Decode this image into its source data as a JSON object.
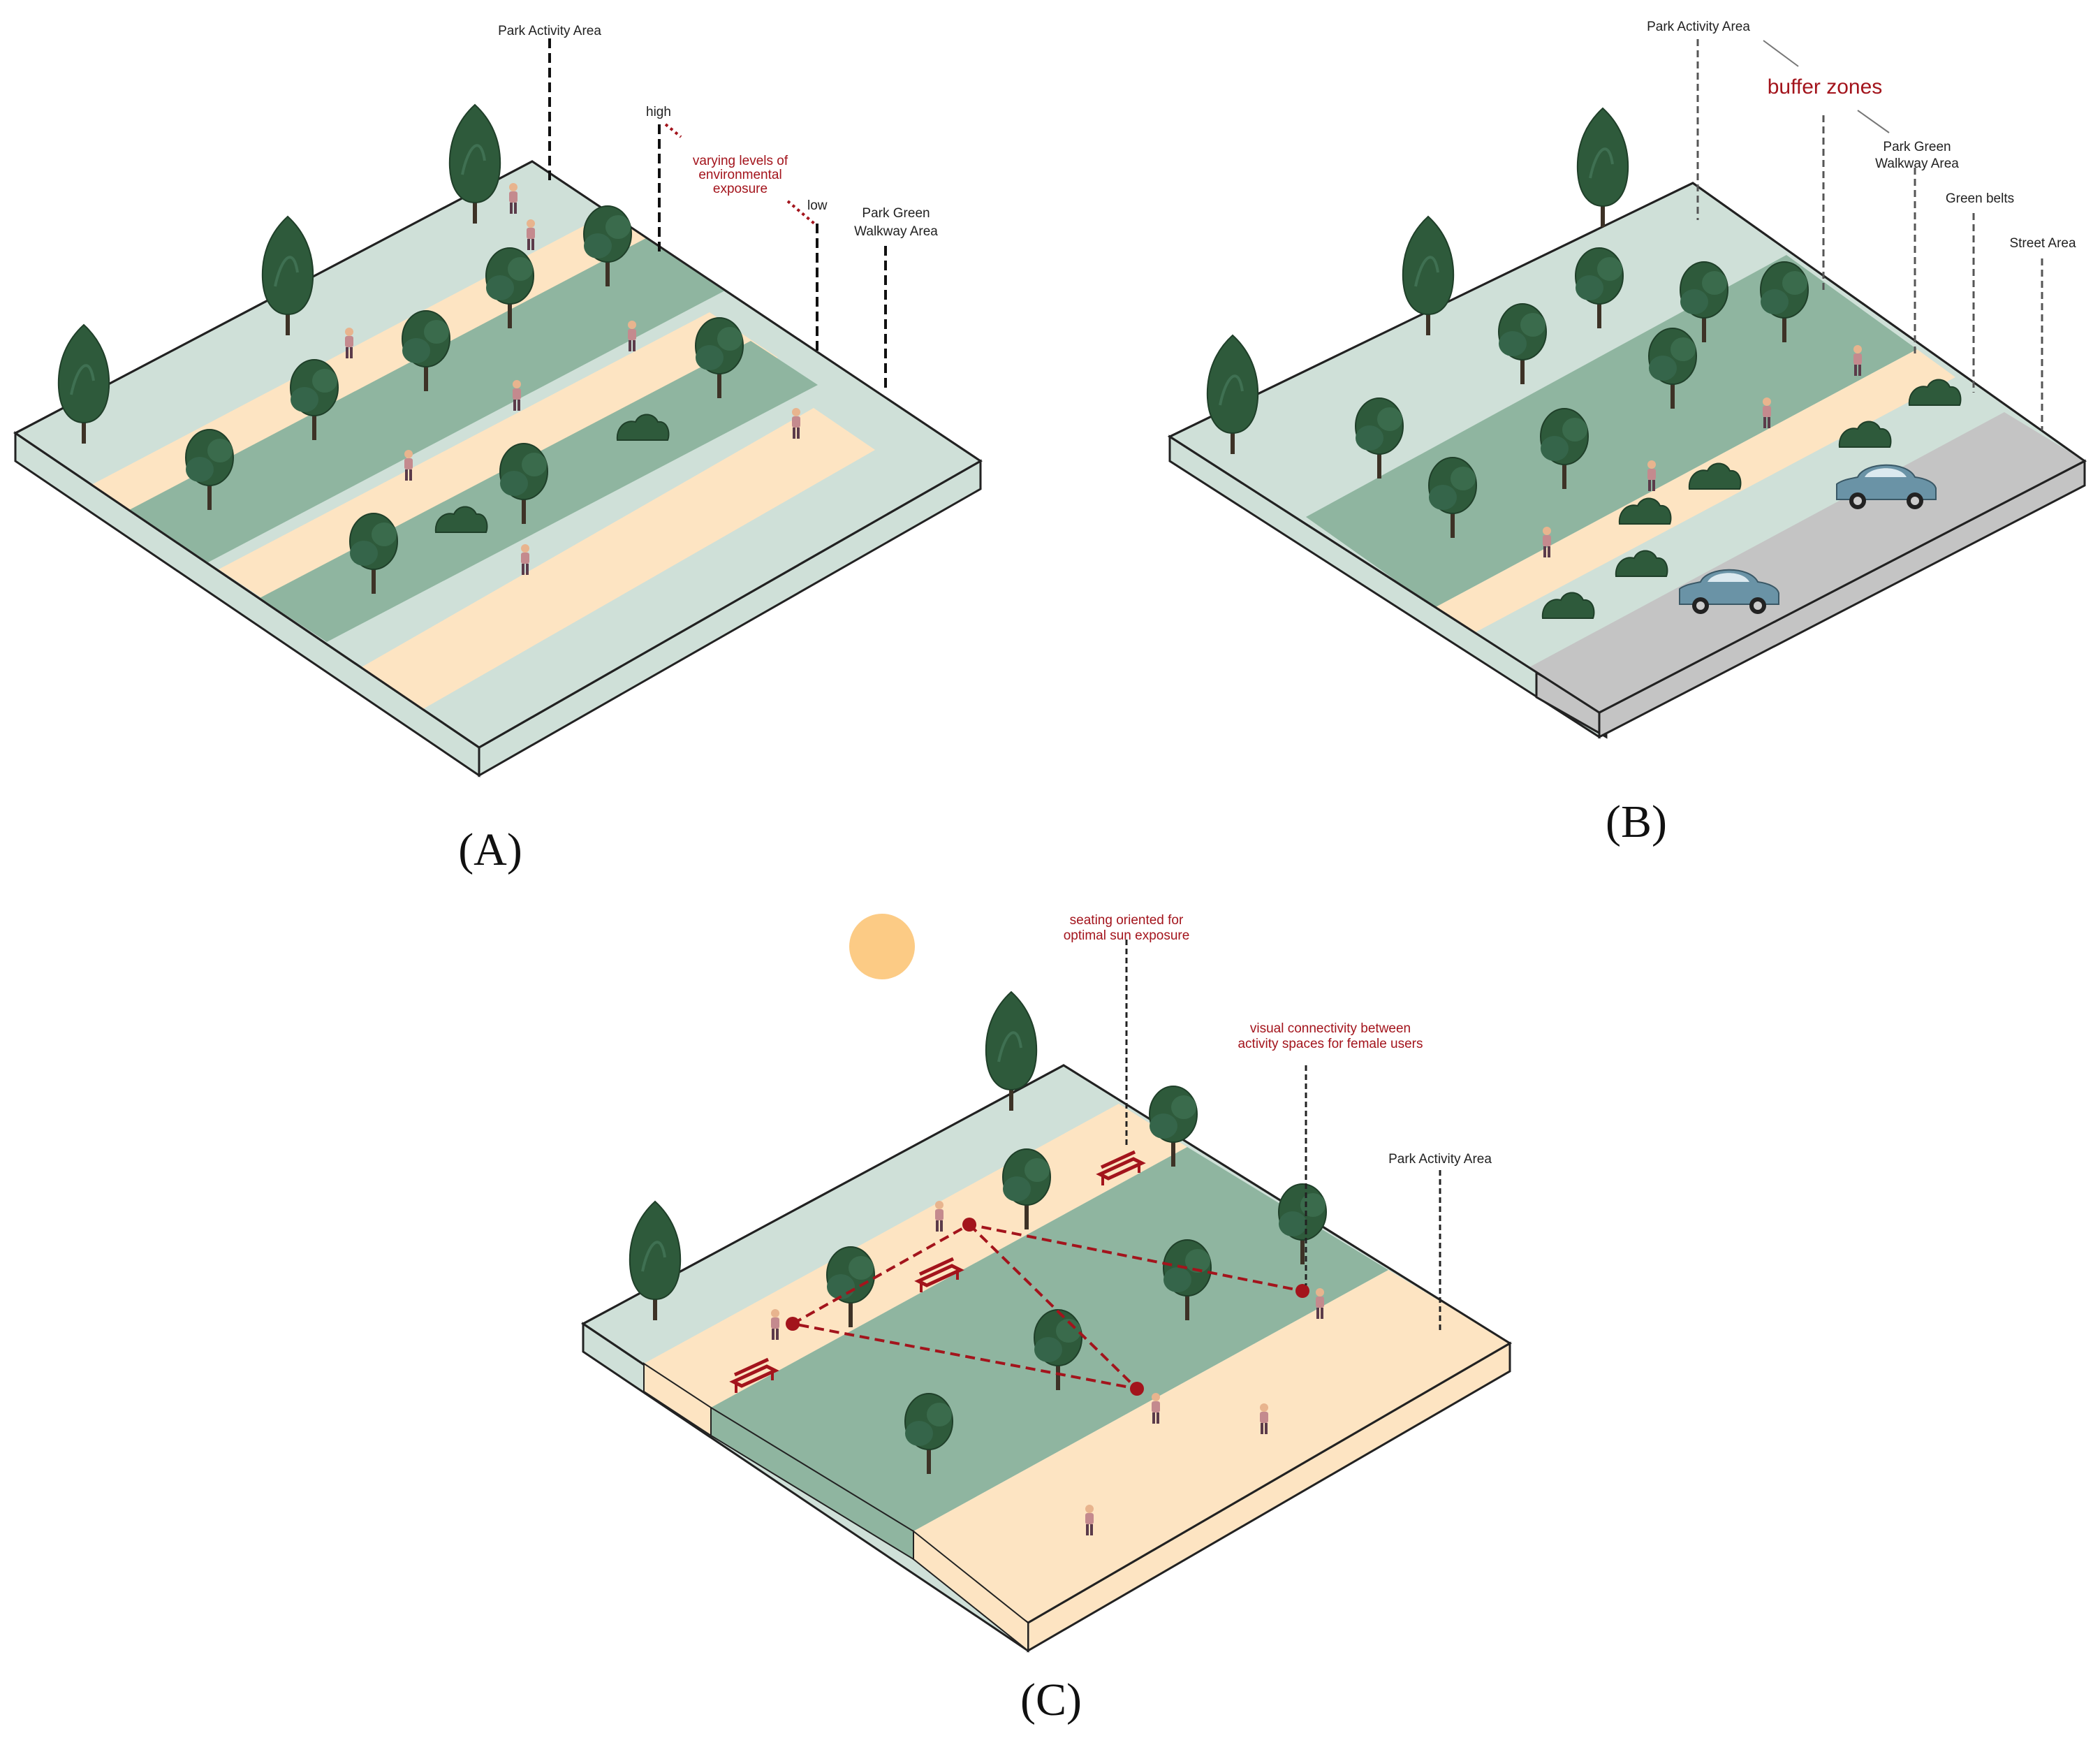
{
  "panels": [
    {
      "id": "A",
      "caption": "(A)"
    },
    {
      "id": "B",
      "caption": "(B)"
    },
    {
      "id": "C",
      "caption": "(C)"
    }
  ],
  "panel_a": {
    "park_activity_area": "Park Activity Area",
    "high": "high",
    "low": "low",
    "exposure_1": "varying levels of",
    "exposure_2": "environmental",
    "exposure_3": "exposure",
    "walkway_1": "Park Green",
    "walkway_2": "Walkway Area"
  },
  "panel_b": {
    "park_activity_area": "Park Activity Area",
    "buffer_zones": "buffer zones",
    "walkway_1": "Park Green",
    "walkway_2": "Walkway Area",
    "green_belts": "Green belts",
    "street_area": "Street Area"
  },
  "panel_c": {
    "seating_1": "seating oriented for",
    "seating_2": "optimal sun exposure",
    "visual_1": "visual connectivity between",
    "visual_2": "activity spaces for female users",
    "park_activity_area": "Park Activity Area"
  },
  "colors": {
    "light_green": "#cfe0d8",
    "mid_green": "#8fb5a0",
    "sand": "#fde4c2",
    "street": "#c4c4c4",
    "tree": "#2e5a3b",
    "accent_red": "#a3141c",
    "sun": "#fccb85",
    "car": "#6a93a6"
  },
  "icons": [
    "tree-icon",
    "bush-icon",
    "car-icon",
    "bench-icon",
    "sun-icon",
    "person-icon"
  ]
}
